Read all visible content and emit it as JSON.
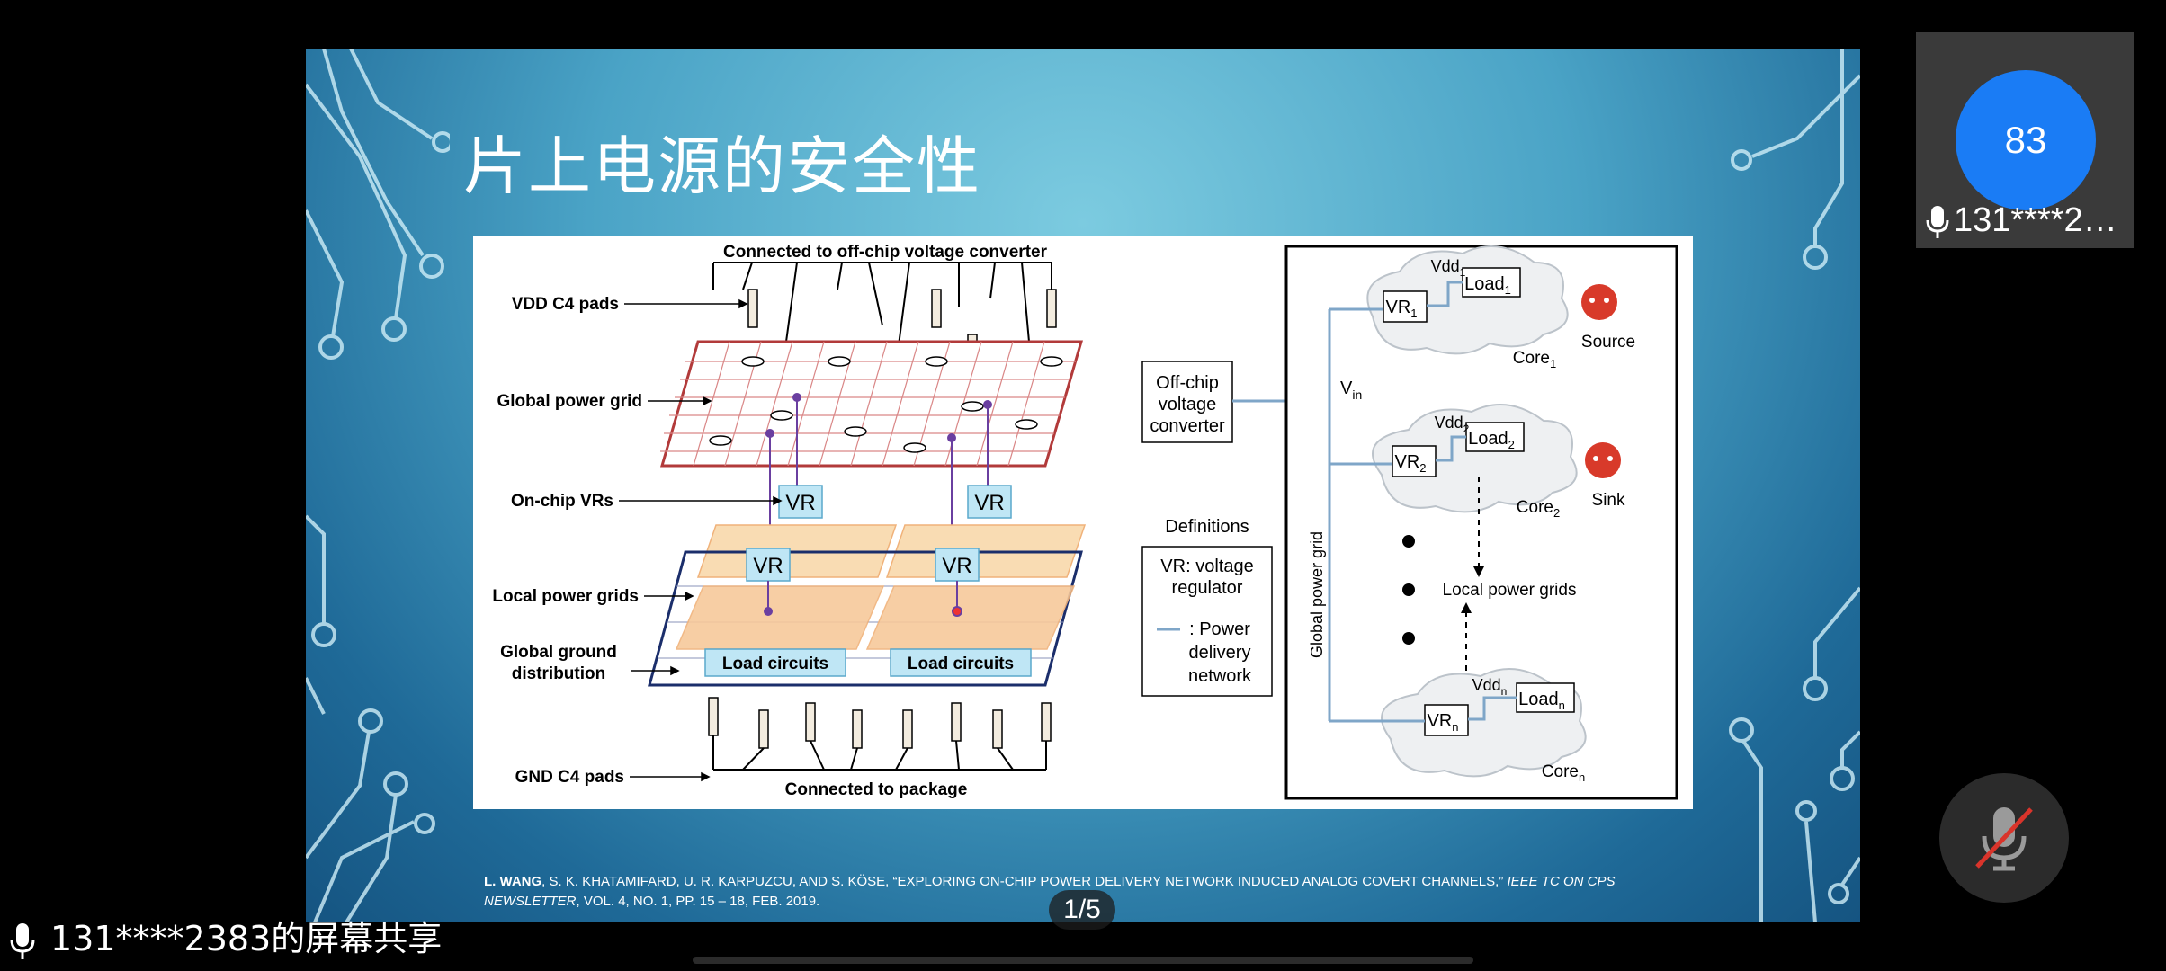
{
  "slide": {
    "title": "片上电源的安全性",
    "citation_authors_bold": "L. WANG",
    "citation_rest": ", S. K. KHATAMIFARD, U. R. KARPUZCU, AND S. KÖSE, “EXPLORING ON-CHIP POWER DELIVERY NETWORK INDUCED ANALOG COVERT CHANNELS,” ",
    "citation_journal": "IEEE TC ON CPS NEWSLETTER",
    "citation_tail": ", VOL. 4, NO. 1, PP. 15 – 18, FEB. 2019.",
    "page_indicator": "1/5"
  },
  "figure_left": {
    "top_label": "Connected to off-chip voltage converter",
    "bottom_label": "Connected to package",
    "labels": [
      "VDD C4 pads",
      "Global power grid",
      "On-chip VRs",
      "Local power grids",
      "Global ground distribution",
      "GND C4 pads"
    ],
    "vr_label": "VR",
    "load_label": "Load circuits"
  },
  "figure_right": {
    "offchip_label": [
      "Off-chip",
      "voltage",
      "converter"
    ],
    "definitions_title": "Definitions",
    "definitions": [
      "VR: voltage",
      "regulator",
      ": Power",
      "delivery",
      "network"
    ],
    "vin": "V",
    "vin_sub": "in",
    "global_power_grid": "Global power grid",
    "local_power_grids": "Local power grids",
    "cores": [
      {
        "vr": "VR",
        "sub": "1",
        "vdd": "Vdd",
        "load": "Load",
        "core": "Core",
        "role": "Source"
      },
      {
        "vr": "VR",
        "sub": "2",
        "vdd": "Vdd",
        "load": "Load",
        "core": "Core",
        "role": "Sink"
      },
      {
        "vr": "VR",
        "sub": "n",
        "vdd": "Vdd",
        "load": "Load",
        "core": "Core",
        "role": ""
      }
    ]
  },
  "meeting": {
    "participant_avatar_text": "83",
    "participant_name": "131****2…",
    "share_label": "131****2383的屏幕共享"
  },
  "colors": {
    "avatar": "#1a7cf5",
    "power_grid": "#b23a3a",
    "ground_grid": "#1b2e6b",
    "vr_box": "#bfe6f5",
    "local_grid": "#f7c99b",
    "load_box": "#bfe6f5",
    "pdn_line": "#7fa6c8"
  }
}
